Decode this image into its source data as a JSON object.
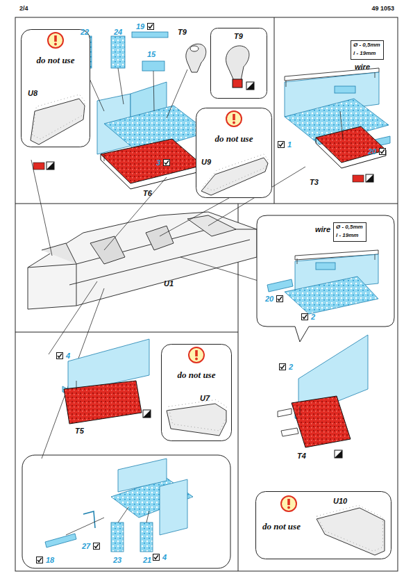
{
  "diagram": {
    "nodes": [
      {
        "text": [
          "do not use",
          "U8"
        ]
      },
      {
        "text": [
          "T9"
        ]
      },
      {
        "text": [
          "do not use",
          "U9"
        ]
      },
      {
        "text": [
          "Ø - 0,5mm",
          "l - 19mm",
          "wire"
        ]
      },
      {
        "text": [
          "Ø - 0,5mm",
          "l - 19mm",
          "wire"
        ]
      },
      {
        "text": [
          "do not use",
          "U7"
        ]
      },
      {
        "text": [
          "do not use",
          "U10"
        ]
      }
    ],
    "labels": [
      "2/4",
      "49 1053",
      "22",
      "24",
      "19",
      "15",
      "T9",
      "3",
      "T6",
      "20",
      "1",
      "T3",
      "U1",
      "20",
      "2",
      "2",
      "4",
      "T5",
      "T4",
      "27",
      "18",
      "23",
      "21",
      "4"
    ]
  }
}
